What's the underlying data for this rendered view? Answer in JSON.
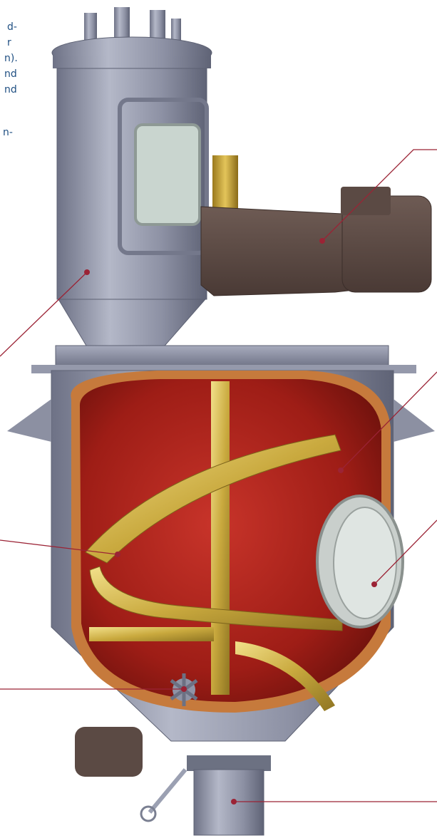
{
  "text_fragments": [
    "d-",
    "r",
    "n).",
    "nd",
    "nd",
    "n-"
  ],
  "colors": {
    "leader_line": "#9b2335",
    "text": "#1f4f82",
    "vessel_steel": "#8f93a6",
    "interior_red": "#b3241b",
    "copper_rim": "#c67a3c",
    "agitator_gold": "#d8c05a",
    "motor_brown": "#5b4a44"
  }
}
